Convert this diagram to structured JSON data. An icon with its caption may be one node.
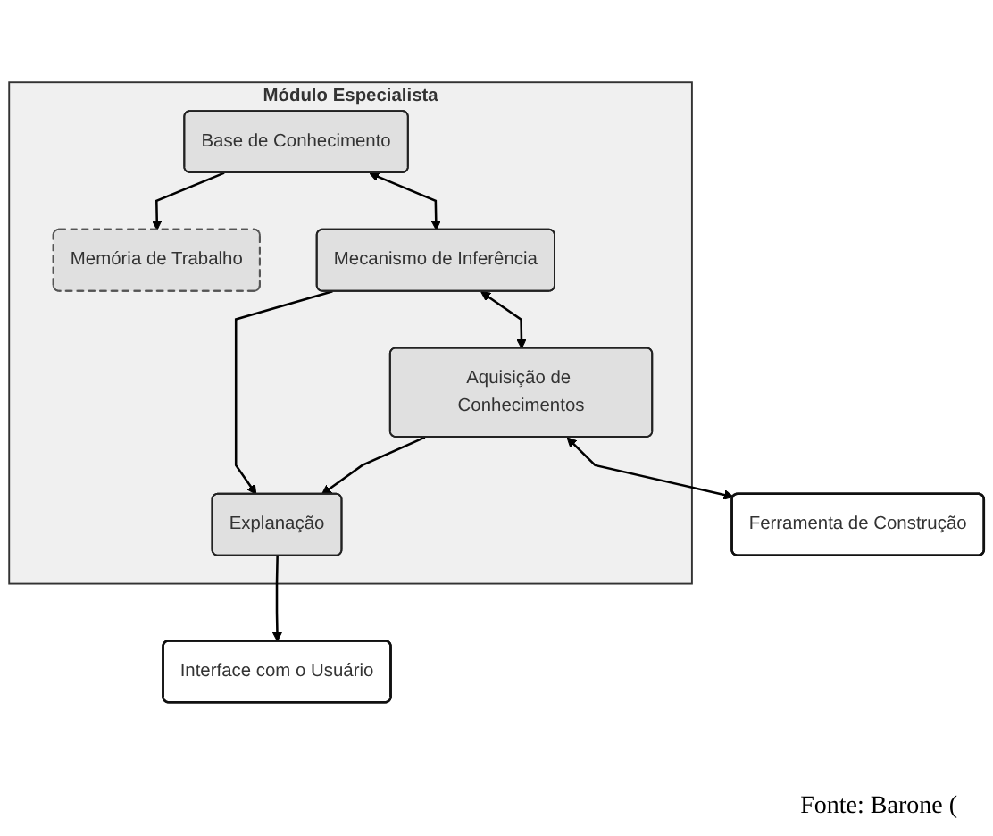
{
  "diagram": {
    "caption": "Fonte: Barone (",
    "nodes": [
      {
        "text": [
          "Módulo Especialista"
        ]
      },
      {
        "text": [
          "Base de Conhecimento"
        ],
        "in": 0
      },
      {
        "text": [
          "Memória de Trabalho"
        ],
        "in": 0
      },
      {
        "text": [
          "Mecanismo de Inferência"
        ],
        "in": 0
      },
      {
        "text": [
          "Aquisição de Conhecimentos"
        ],
        "in": 0
      },
      {
        "text": [
          "Explanação"
        ],
        "in": 0
      },
      {
        "text": [
          "Interface com o Usuário"
        ]
      },
      {
        "text": [
          "Ferramenta de Construção"
        ]
      }
    ],
    "edges": [
      {
        "from": 1,
        "to": 2,
        "arrow": "to"
      },
      {
        "from": 1,
        "to": 3,
        "arrow": "both"
      },
      {
        "from": 3,
        "to": 5,
        "arrow": "to"
      },
      {
        "from": 3,
        "to": 4,
        "arrow": "both"
      },
      {
        "from": 4,
        "to": 5,
        "arrow": "to"
      },
      {
        "from": 5,
        "to": 6,
        "arrow": "to"
      },
      {
        "from": 4,
        "to": 7,
        "arrow": "both"
      }
    ]
  }
}
